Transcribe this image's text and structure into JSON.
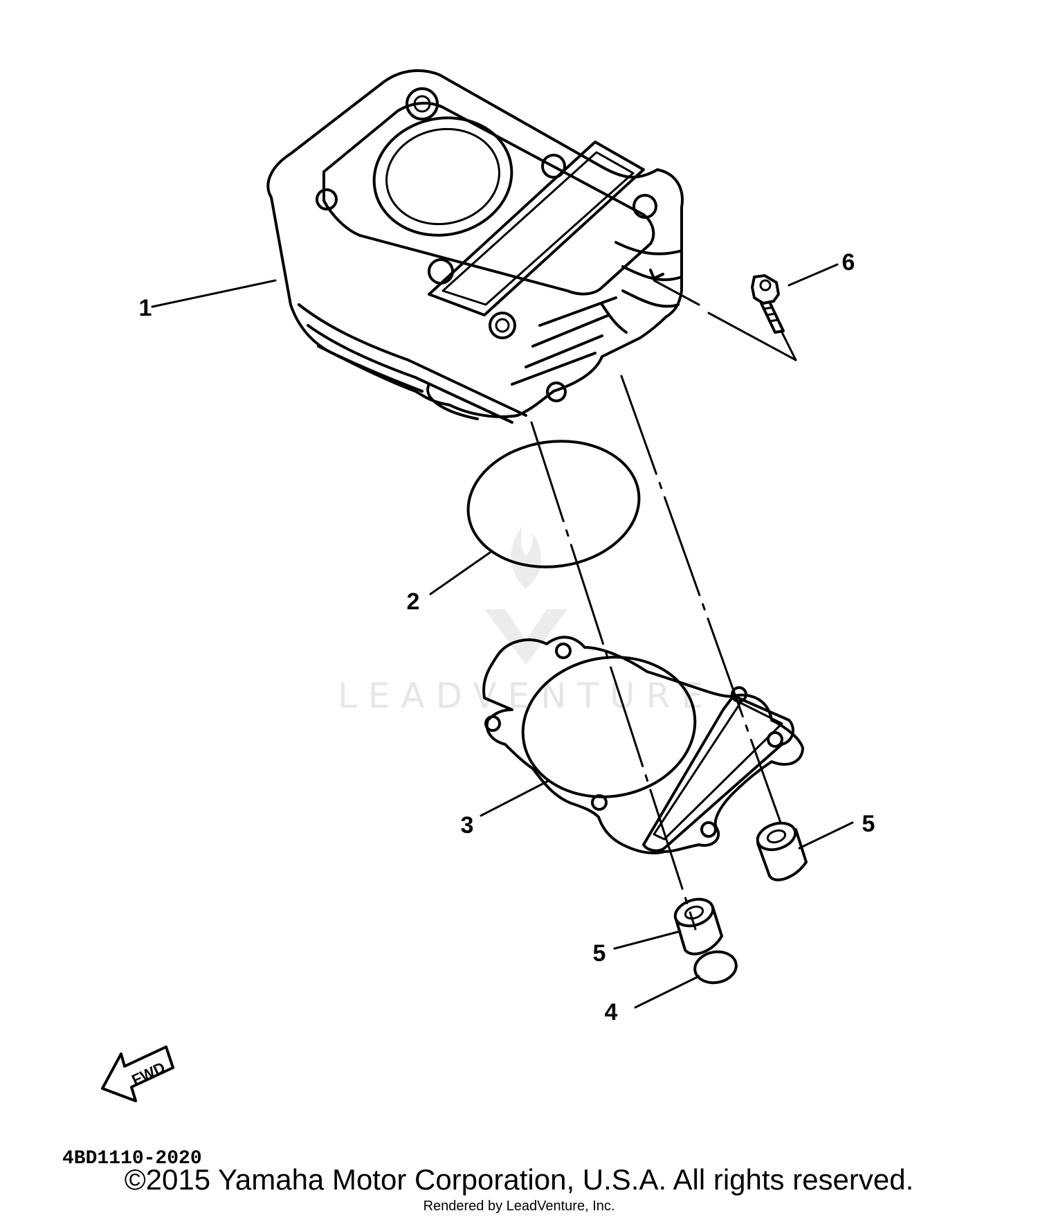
{
  "parts": [
    {
      "callout": "1",
      "name": "cylinder"
    },
    {
      "callout": "2",
      "name": "o-ring"
    },
    {
      "callout": "3",
      "name": "cylinder-gasket"
    },
    {
      "callout": "4",
      "name": "plug"
    },
    {
      "callout": "5",
      "name": "dowel-pin"
    },
    {
      "callout": "5",
      "name": "dowel-pin"
    },
    {
      "callout": "6",
      "name": "bolt"
    }
  ],
  "fwd_label": "FWD",
  "diagram_code": "4BD1110-2020",
  "watermark": "LEADVENTURE",
  "copyright": "©2015 Yamaha Motor Corporation, U.S.A. All rights reserved.",
  "rendered_by": "Rendered by LeadVenture, Inc."
}
